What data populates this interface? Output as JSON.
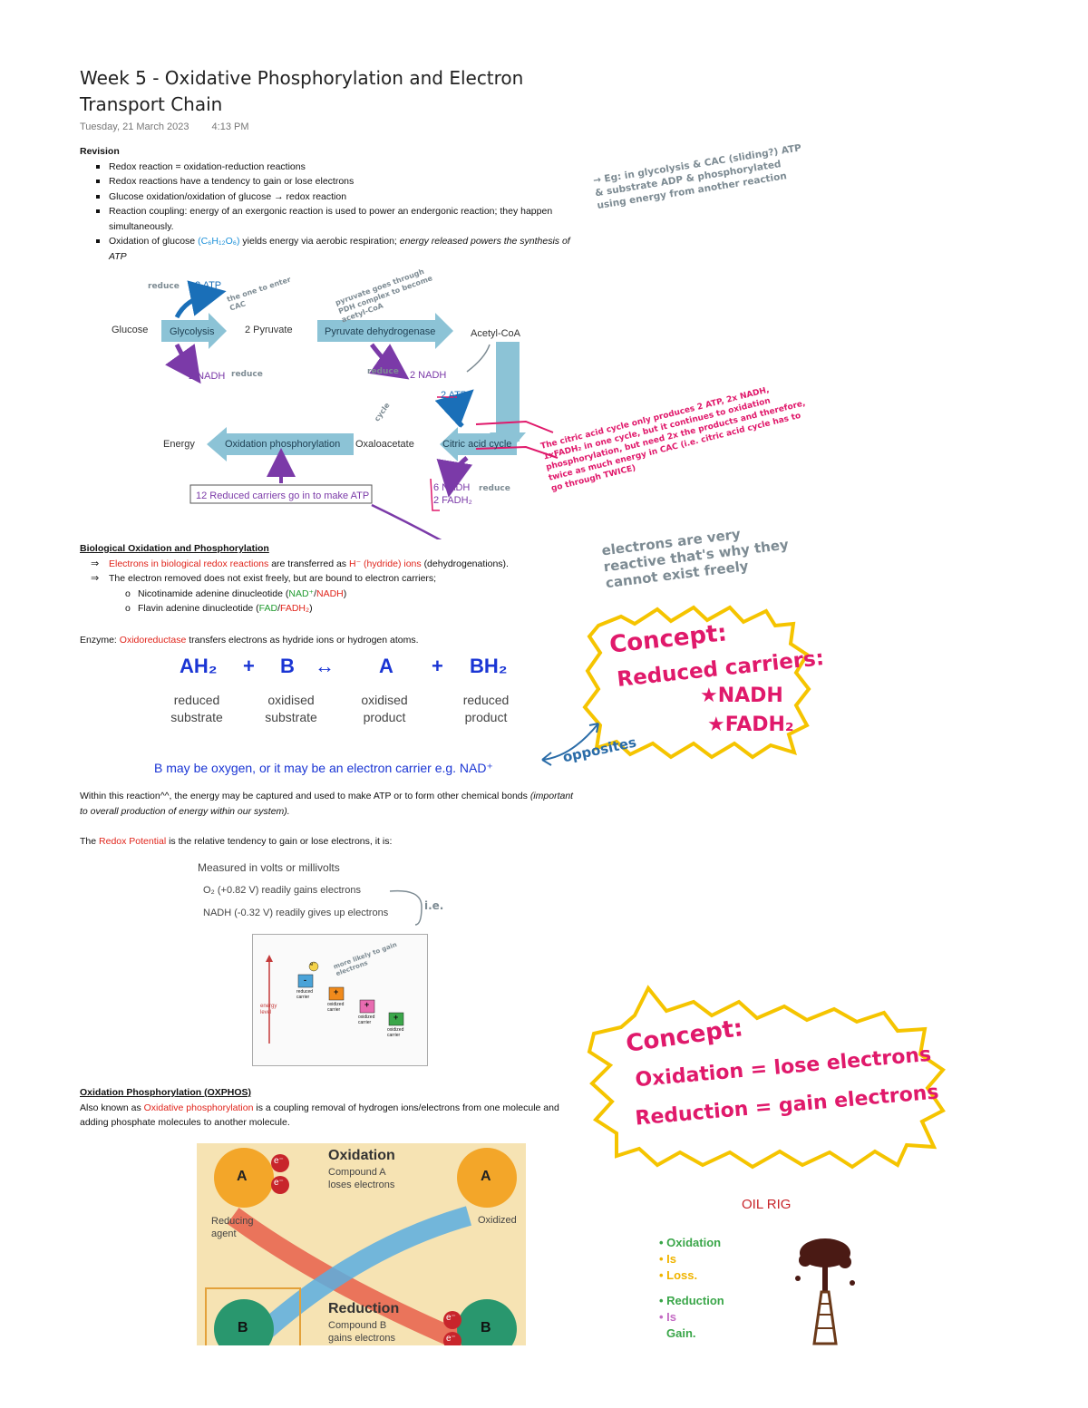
{
  "title_line1": "Week 5 - Oxidative Phosphorylation and Electron",
  "title_line2": "Transport Chain",
  "date": "Tuesday, 21 March 2023",
  "time": "4:13 PM",
  "revision": {
    "heading": "Revision",
    "items": [
      "Redox reaction = oxidation-reduction reactions",
      "Redox reactions have a tendency to gain or lose electrons",
      "Glucose oxidation/oxidation of glucose → redox reaction",
      "Reaction coupling: energy of an exergonic reaction is used to power an endergonic reaction; they happen simultaneously."
    ],
    "glucose_prefix": "Oxidation of glucose",
    "glucose_formula": "(C₆H₁₂O₆)",
    "glucose_mid": "yields energy via aerobic respiration;",
    "glucose_italic": "energy released powers the synthesis of ATP"
  },
  "handwritten_top": "→ Eg: in glycolysis & CAC (sliding?) ATP & substrate ADP & phosphorylated using energy from another reaction",
  "diagram": {
    "glucose": "Glucose",
    "glycolysis": "Glycolysis",
    "pyruvate": "2 Pyruvate",
    "pdh": "Pyruvate dehydrogenase",
    "acetyl": "Acetyl-CoA",
    "atp1": "2 ATP",
    "nadh1": "2 NADH",
    "nadh2": "2 NADH",
    "atp2": "2 ATP",
    "energy": "Energy",
    "oxphos": "Oxidation phosphorylation",
    "oxaloacetate": "Oxaloacetate",
    "cac": "Citric acid cycle",
    "nadh3": "6 NADH",
    "fadh": "2 FADH₂",
    "carriers": "12 Reduced carriers go in to make ATP",
    "ann_reduce": "reduce",
    "ann_one": "the one to enter CAC",
    "ann_pyruvate": "pyruvate goes through PDH complex to become acetyl-CoA",
    "ann_cycle": "cycle",
    "ann_reduce2": "reduce",
    "ann_pink": "The citric acid cycle only produces 2 ATP, 2x NADH, 1xFADH₂ in one cycle, but it continues to oxidation phosphorylation, but need 2x the products and therefore, twice as much energy in CAC (i.e. citric acid cycle has to go through TWICE)"
  },
  "bio": {
    "heading": "Biological Oxidation and Phosphorylation",
    "item1_red": "Electrons in biological redox reactions",
    "item1_mid": "are transferred as",
    "item1_hyd": "H⁻ (hydride) ions",
    "item1_end": "(dehydrogenations).",
    "item2": "The electron removed does not exist freely, but are bound to electron carriers;",
    "sub1_pre": "Nicotinamide adenine dinucleotide (",
    "sub1_nad": "NAD⁺",
    "sub1_slash": "/",
    "sub1_nadh": "NADH",
    "sub1_end": ")",
    "sub2_pre": "Flavin adenine dinucleotide (",
    "sub2_fad": "FAD",
    "sub2_slash": "/",
    "sub2_fadh": "FADH₂",
    "sub2_end": ")"
  },
  "hand_electrons": "electrons are very reactive that's why they cannot exist freely",
  "enzyme": {
    "pre": "Enzyme:",
    "red": "Oxidoreductase",
    "post": "transfers electrons as hydride ions or hydrogen atoms."
  },
  "equation": {
    "t1": "AH₂",
    "op1": "+",
    "t2": "B",
    "op2": "↔",
    "t3": "A",
    "op3": "+",
    "t4": "BH₂",
    "l1": "reduced substrate",
    "l2": "oxidised substrate",
    "l3": "oxidised product",
    "l4": "reduced product",
    "note": "B may be oxygen, or it may be an electron carrier e.g. NAD⁺"
  },
  "concept1": {
    "title": "Concept:",
    "line1": "Reduced carriers:",
    "line2": "★NADH",
    "line3": "★FADH₂"
  },
  "opposites": "opposites",
  "within": {
    "text": "Within this reaction^^, the energy may be captured and used to make ATP or to form other chemical bonds",
    "italic": "(important to overall production of energy within our system)."
  },
  "redox_pot": {
    "pre": "The",
    "red": "Redox Potential",
    "post": "is the relative tendency to gain or lose electrons, it is:"
  },
  "measured": {
    "l1": "Measured in volts or millivolts",
    "l2": "O₂ (+0.82 V) readily gains electrons",
    "l3": "NADH (-0.32 V) readily gives up electrons",
    "ie": "i.e.",
    "energy_label": "energy level",
    "c1": "reduced carrier",
    "c2": "oxidized carrier",
    "c3": "oxidized carrier",
    "c4": "oxidized carrier",
    "sym_minus": "-",
    "sym_plus": "+",
    "e_label": "e⁻",
    "hand": "more likely to gain electrons"
  },
  "oxphos": {
    "heading": "Oxidation Phosphorylation (OXPHOS)",
    "pre": "Also known as",
    "red": "Oxidative phosphorylation",
    "post": "is a coupling removal of hydrogen ions/electrons from one molecule and adding phosphate molecules to another molecule."
  },
  "oxred_img": {
    "ox_title": "Oxidation",
    "ox_sub1": "Compound A",
    "ox_sub2": "loses electrons",
    "red_title": "Reduction",
    "red_sub1": "Compound B",
    "red_sub2": "gains electrons",
    "reducing1": "Reducing",
    "reducing2": "agent",
    "oxidized": "Oxidized",
    "a": "A",
    "b": "B",
    "e": "e⁻"
  },
  "concept2": {
    "title": "Concept:",
    "line1": "Oxidation = lose electrons",
    "line2": "Reduction = gain electrons"
  },
  "oilrig": {
    "title": "OIL RIG",
    "lines": [
      "• Oxidation",
      "• Is",
      "• Loss.",
      "• Reduction",
      "• Is",
      "Gain."
    ]
  },
  "colors": {
    "blue_arrow": "#8cc3d6",
    "purple": "#7b3aa8",
    "pink": "#e0196b",
    "red": "#e0241b",
    "yellow": "#f5c400"
  }
}
